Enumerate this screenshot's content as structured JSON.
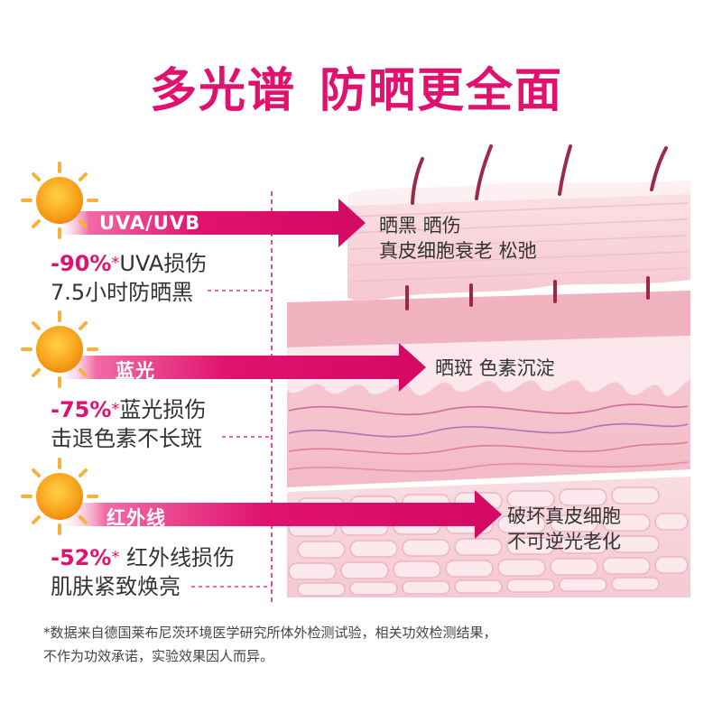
{
  "title": {
    "part1": "多光谱",
    "part2": "防晒更全面"
  },
  "rows": [
    {
      "label": "UVA/UVB",
      "percent": "-90%",
      "star": "*",
      "stat_suffix": "UVA损伤",
      "stat_line2": "7.5小时防晒黑",
      "effect_line1": "晒黑 晒伤",
      "effect_line2": "真皮细胞衰老 松弛",
      "icon": "sun-icon"
    },
    {
      "label": "蓝光",
      "percent": "-75%",
      "star": "*",
      "stat_suffix": "蓝光损伤",
      "stat_line2": "击退色素不长斑",
      "effect_line1": "晒斑  色素沉淀",
      "effect_line2": "",
      "icon": "sun-icon"
    },
    {
      "label": "红外线",
      "percent": "-52%",
      "star": "*",
      "stat_suffix": " 红外线损伤",
      "stat_line2": "肌肤紧致焕亮",
      "effect_line1": "破坏真皮细胞",
      "effect_line2": "不可逆光老化",
      "icon": "sun-icon"
    }
  ],
  "footnote": {
    "line1": "*数据来自德国莱布尼茨环境医学研究所体外检测试验，相关功效检测结果，",
    "line2": "不作为功效承诺，实验效果因人而异。"
  },
  "colors": {
    "accent": "#e0126e",
    "skin": "#f6c9d3",
    "sun": "#f7a21b"
  }
}
